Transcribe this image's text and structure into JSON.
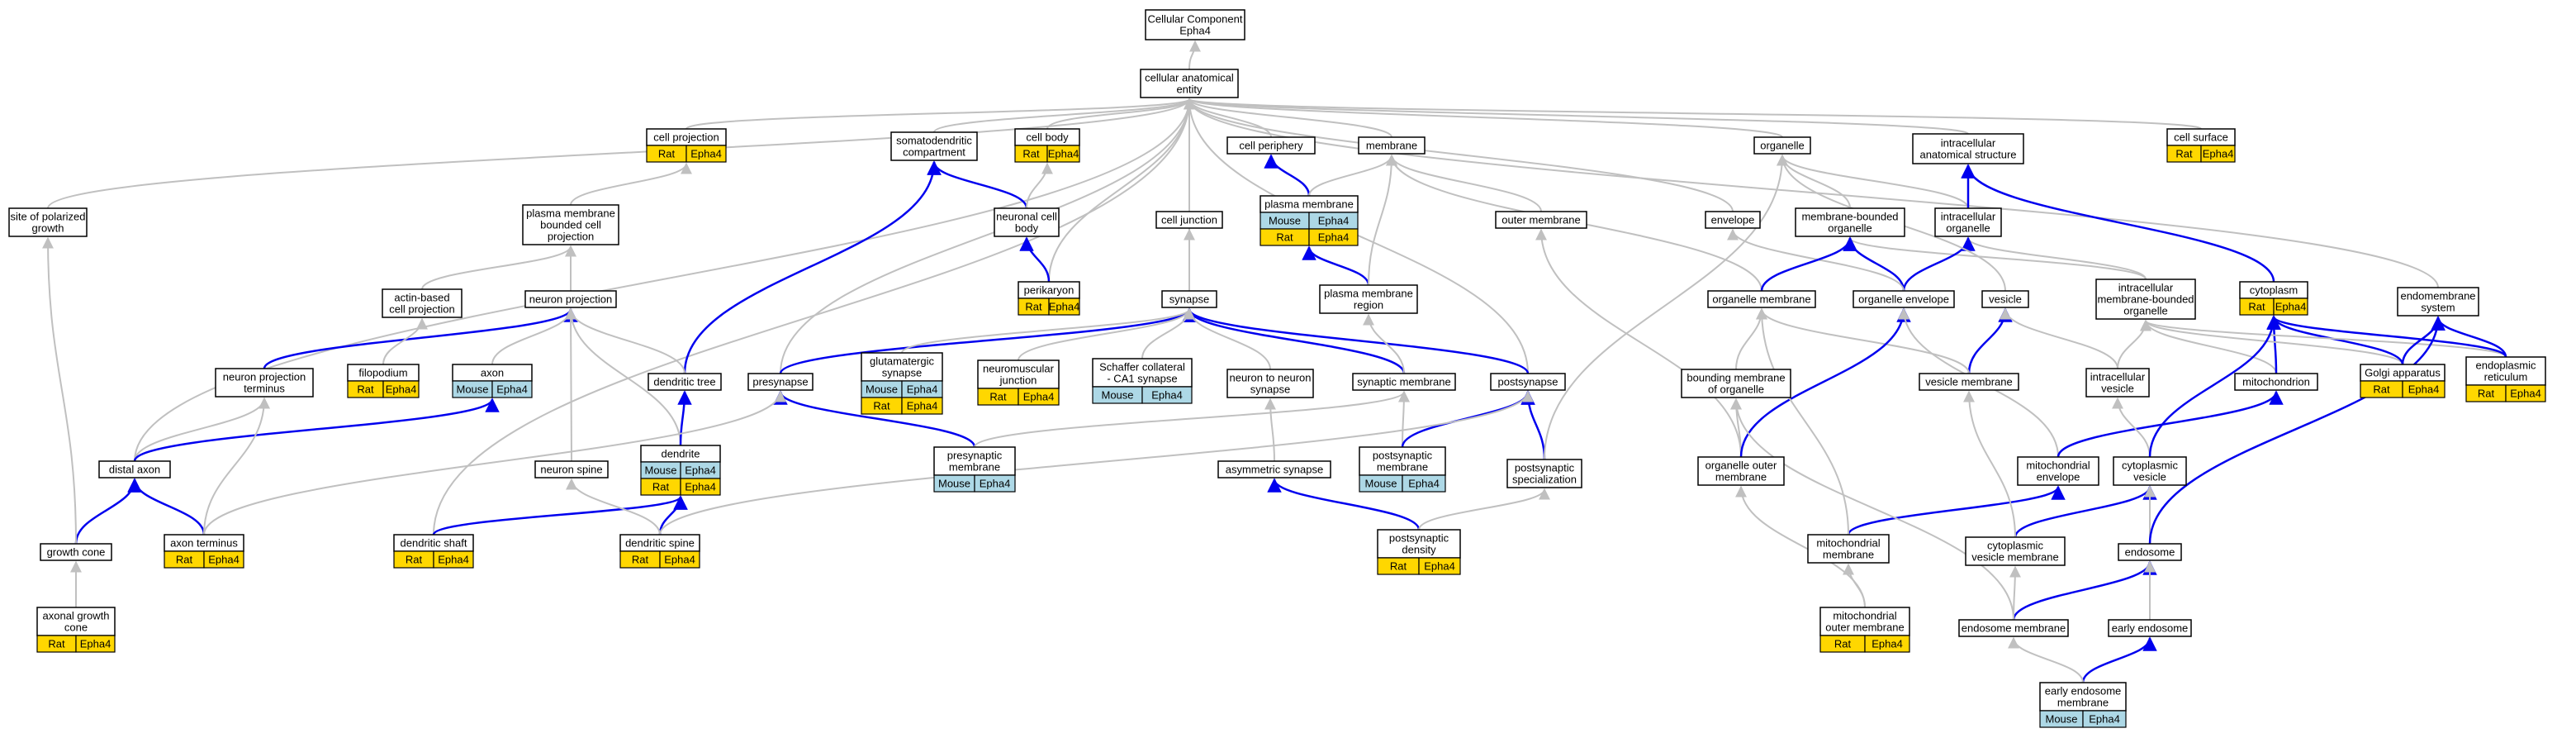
{
  "colors": {
    "rat": "#FFD700",
    "mouse": "#ADD8E6",
    "gray_edge": "#c0c0c0",
    "blue_edge": "#0000ee"
  },
  "nodes": {
    "root": [
      "Cellular Component",
      "Epha4"
    ],
    "cae": [
      "cellular anatomical",
      "entity"
    ],
    "cell_projection": [
      "cell projection"
    ],
    "somatodendritic": [
      "somatodendritic",
      "compartment"
    ],
    "cell_body": [
      "cell body"
    ],
    "cell_periphery": [
      "cell periphery"
    ],
    "membrane": [
      "membrane"
    ],
    "organelle": [
      "organelle"
    ],
    "intracellular_anat": [
      "intracellular",
      "anatomical structure"
    ],
    "cell_surface": [
      "cell surface"
    ],
    "site_polarized": [
      "site of polarized",
      "growth"
    ],
    "pm_bounded_proj": [
      "plasma membrane",
      "bounded cell",
      "projection"
    ],
    "neuronal_cell_body": [
      "neuronal cell",
      "body"
    ],
    "plasma_membrane": [
      "plasma membrane"
    ],
    "cell_junction": [
      "cell junction"
    ],
    "outer_membrane": [
      "outer membrane"
    ],
    "envelope": [
      "envelope"
    ],
    "membrane_bounded_org": [
      "membrane-bounded",
      "organelle"
    ],
    "intracellular_org": [
      "intracellular",
      "organelle"
    ],
    "actin_based": [
      "actin-based",
      "cell projection"
    ],
    "neuron_projection": [
      "neuron projection"
    ],
    "perikaryon": [
      "perikaryon"
    ],
    "synapse": [
      "synapse"
    ],
    "pm_region": [
      "plasma membrane",
      "region"
    ],
    "organelle_membrane": [
      "organelle membrane"
    ],
    "organelle_envelope": [
      "organelle envelope"
    ],
    "vesicle": [
      "vesicle"
    ],
    "imbo": [
      "intracellular",
      "membrane-bounded",
      "organelle"
    ],
    "cytoplasm": [
      "cytoplasm"
    ],
    "endomembrane": [
      "endomembrane",
      "system"
    ],
    "npt": [
      "neuron projection",
      "terminus"
    ],
    "filopodium": [
      "filopodium"
    ],
    "axon": [
      "axon"
    ],
    "dendritic_tree": [
      "dendritic tree"
    ],
    "presynapse": [
      "presynapse"
    ],
    "glutamatergic": [
      "glutamatergic",
      "synapse"
    ],
    "nmj": [
      "neuromuscular",
      "junction"
    ],
    "schaffer": [
      "Schaffer collateral",
      "- CA1 synapse"
    ],
    "n2n": [
      "neuron to neuron",
      "synapse"
    ],
    "synaptic_membrane": [
      "synaptic membrane"
    ],
    "postsynapse": [
      "postsynapse"
    ],
    "bounding_membrane": [
      "bounding membrane",
      "of organelle"
    ],
    "vesicle_membrane": [
      "vesicle membrane"
    ],
    "intracellular_vesicle": [
      "intracellular",
      "vesicle"
    ],
    "mitochondrion": [
      "mitochondrion"
    ],
    "golgi": [
      "Golgi apparatus"
    ],
    "er": [
      "endoplasmic",
      "reticulum"
    ],
    "distal_axon": [
      "distal axon"
    ],
    "dendrite": [
      "dendrite"
    ],
    "neuron_spine": [
      "neuron spine"
    ],
    "presynaptic_membrane": [
      "presynaptic",
      "membrane"
    ],
    "asymmetric": [
      "asymmetric synapse"
    ],
    "postsynaptic_membrane": [
      "postsynaptic",
      "membrane"
    ],
    "postsynaptic_spec": [
      "postsynaptic",
      "specialization"
    ],
    "organelle_outer_membrane": [
      "organelle outer",
      "membrane"
    ],
    "mito_envelope": [
      "mitochondrial",
      "envelope"
    ],
    "cytoplasmic_vesicle": [
      "cytoplasmic",
      "vesicle"
    ],
    "growth_cone": [
      "growth cone"
    ],
    "axon_terminus": [
      "axon terminus"
    ],
    "dendritic_shaft": [
      "dendritic shaft"
    ],
    "dendritic_spine": [
      "dendritic spine"
    ],
    "postsynaptic_density": [
      "postsynaptic",
      "density"
    ],
    "mito_membrane": [
      "mitochondrial",
      "membrane"
    ],
    "cv_membrane": [
      "cytoplasmic",
      "vesicle membrane"
    ],
    "endosome": [
      "endosome"
    ],
    "axonal_growth_cone": [
      "axonal growth",
      "cone"
    ],
    "mito_outer_membrane": [
      "mitochondrial",
      "outer membrane"
    ],
    "endosome_membrane": [
      "endosome membrane"
    ],
    "early_endosome": [
      "early endosome"
    ],
    "early_endosome_membrane": [
      "early endosome",
      "membrane"
    ]
  },
  "annotations": {
    "species_rat": "Rat",
    "species_mouse": "Mouse",
    "gene": "Epha4"
  }
}
